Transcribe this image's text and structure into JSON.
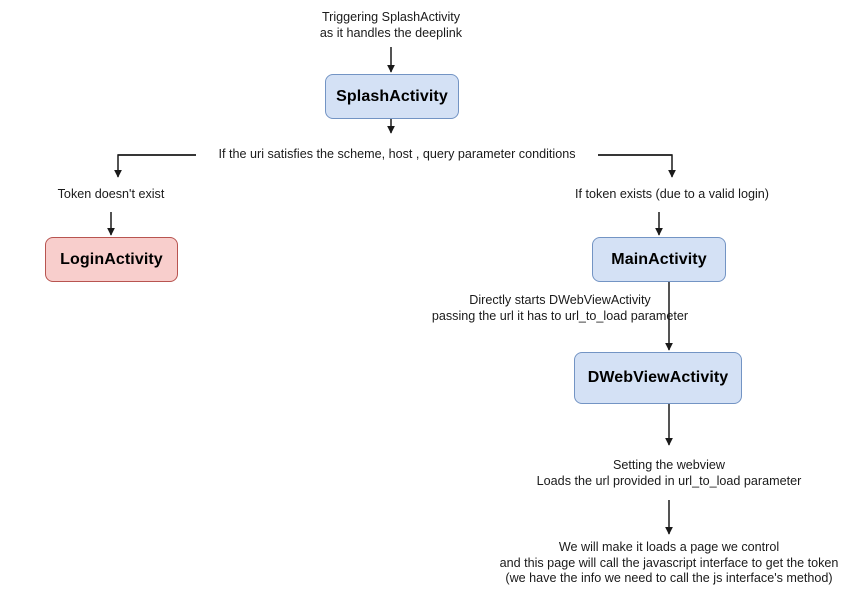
{
  "diagram": {
    "title": "Deeplink flow to DWebViewActivity",
    "background": "#ffffff",
    "colors": {
      "blue_fill": "#d4e1f5",
      "blue_stroke": "#7394c4",
      "red_fill": "#f8cecc",
      "red_stroke": "#b85450",
      "edge": "#1a1a1a",
      "text": "#1a1a1a"
    },
    "nodes": [
      {
        "id": "splash",
        "label": "SplashActivity",
        "type": "blue"
      },
      {
        "id": "login",
        "label": "LoginActivity",
        "type": "red"
      },
      {
        "id": "main",
        "label": "MainActivity",
        "type": "blue"
      },
      {
        "id": "dwebview",
        "label": "DWebViewActivity",
        "type": "blue"
      }
    ],
    "labels": {
      "trigger": "Triggering SplashActivity\nas it handles the deeplink",
      "uri_condition": "If the uri satisfies the scheme, host , query parameter conditions",
      "no_token": "Token doesn't exist",
      "token_exists": "If token exists (due to a valid login)",
      "directly_starts": "Directly starts DWebViewActivity\npassing the url it has to url_to_load parameter",
      "setting_webview": "Setting the webview\nLoads the url provided in url_to_load parameter",
      "conclusion": "We will make it loads a page we control\nand this page will call the javascript interface to get the token\n(we have the info we need to call the js interface's method)"
    }
  }
}
